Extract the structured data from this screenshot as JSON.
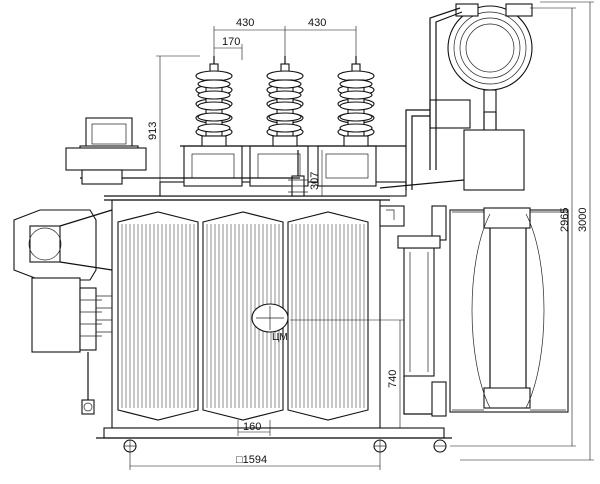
{
  "dimensions": {
    "phase_spacing_1": "430",
    "phase_spacing_2": "430",
    "offset_170": "170",
    "bushing_height": "913",
    "terminal_307": "307",
    "height_2965": "2965",
    "height_3000": "3000",
    "radiator_740": "740",
    "base_160": "160",
    "base_width": "□1594"
  },
  "labels": {
    "center_of_mass": "ЦМ"
  }
}
